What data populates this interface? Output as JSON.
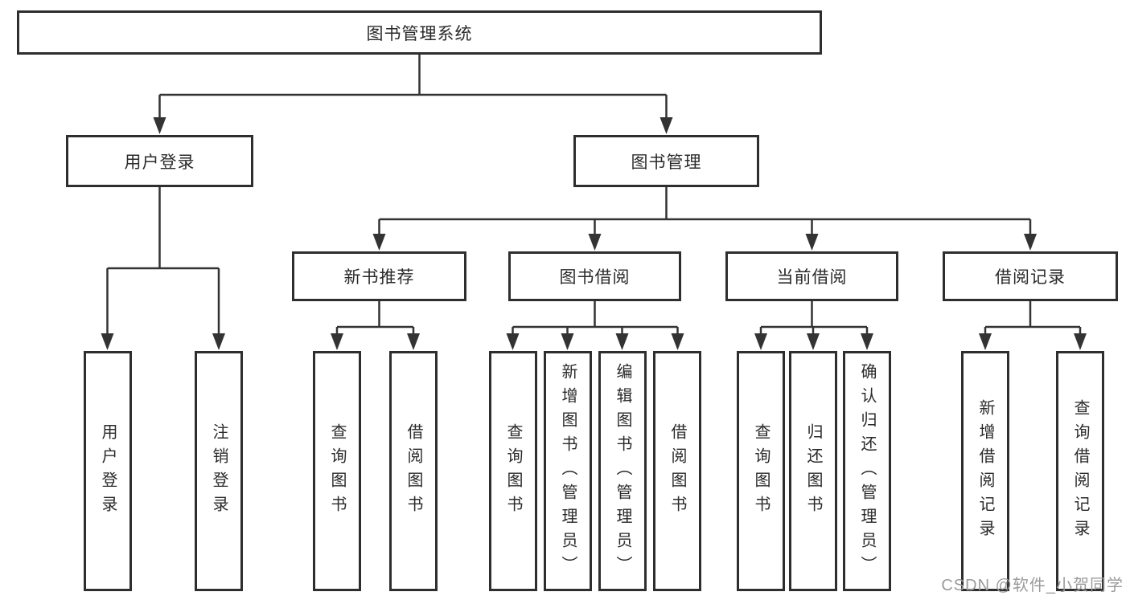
{
  "nodes": {
    "root": {
      "label": "图书管理系统"
    },
    "user_login": {
      "label": "用户登录"
    },
    "book_management": {
      "label": "图书管理"
    },
    "new_book_recommend": {
      "label": "新书推荐"
    },
    "book_borrowing": {
      "label": "图书借阅"
    },
    "current_borrowing": {
      "label": "当前借阅"
    },
    "borrow_records": {
      "label": "借阅记录"
    },
    "leaf_user_login": {
      "label": "用户登录"
    },
    "leaf_logout": {
      "label": "注销登录"
    },
    "leaf_newrec_query_books": {
      "label": "查询图书"
    },
    "leaf_newrec_borrow_books": {
      "label": "借阅图书"
    },
    "leaf_borrow_query_books": {
      "label": "查询图书"
    },
    "leaf_borrow_add_books_admin": {
      "label": "新增图书（管理员）"
    },
    "leaf_borrow_edit_books_admin": {
      "label": "编辑图书（管理员）"
    },
    "leaf_borrow_borrow_books": {
      "label": "借阅图书"
    },
    "leaf_current_query_books": {
      "label": "查询图书"
    },
    "leaf_current_return_books": {
      "label": "归还图书"
    },
    "leaf_current_confirm_return_admin": {
      "label": "确认归还（管理员）"
    },
    "leaf_records_add_record": {
      "label": "新增借阅记录"
    },
    "leaf_records_query_record": {
      "label": "查询借阅记录"
    }
  },
  "watermark": {
    "text": "CSDN @软件_小贺同学"
  },
  "colors": {
    "line": "#333333",
    "box_border": "#2e2e2e",
    "text": "#2a2a2a",
    "watermark": "#9b9b9b",
    "background": "#ffffff"
  }
}
